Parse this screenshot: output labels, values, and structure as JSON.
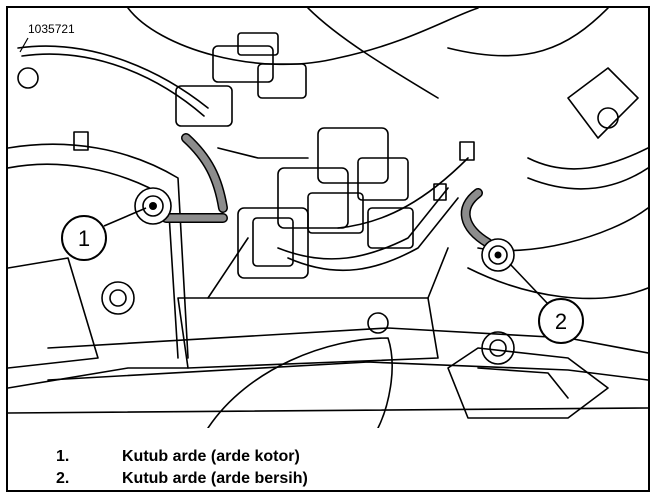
{
  "figure": {
    "id": "1035721",
    "callouts": [
      {
        "number": "1"
      },
      {
        "number": "2"
      }
    ]
  },
  "legend": [
    {
      "number": "1.",
      "text": "Kutub arde (arde kotor)"
    },
    {
      "number": "2.",
      "text": "Kutub arde (arde bersih)"
    }
  ],
  "colors": {
    "line": "#000000",
    "cable_fill": "#8c8c8c",
    "background": "#ffffff"
  }
}
